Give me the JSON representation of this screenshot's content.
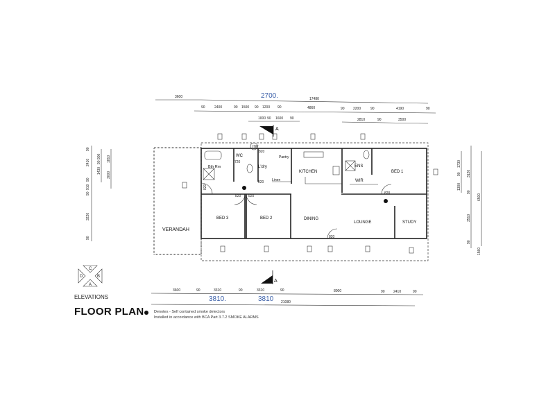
{
  "title": "FLOOR PLAN",
  "elevations": {
    "label": "ELEVATIONS",
    "c": "C",
    "b": "B",
    "a": "A",
    "d": "D"
  },
  "legend": {
    "line1": "Denotes - Self contained smoke detectors",
    "line2": "Installed in accordance with BCA Part 3.7.2 SMOKE ALARMS"
  },
  "section_marker": "A",
  "rooms": {
    "verandah": "VERANDAH",
    "bath": "Bth Rm",
    "wc": "WC",
    "laundry": "L'dry",
    "pantry": "Pantry",
    "linen": "Linen",
    "kitchen": "KITCHEN",
    "ens": "ENS",
    "wir": "WIR",
    "bed1": "BED 1",
    "bed2": "BED 2",
    "bed3": "BED 3",
    "dining": "DINING",
    "lounge": "LOUNGE",
    "study": "STUDY"
  },
  "doors": {
    "d820": "820",
    "d720": "720",
    "hw": "HW"
  },
  "dims_top": {
    "row1": [
      "3600",
      "17480"
    ],
    "row2": [
      "90",
      "2400",
      "90",
      "1500",
      "90",
      "1200",
      "90",
      "4860",
      "90",
      "2200",
      "90",
      "4190",
      "90"
    ],
    "row3": [
      "1000",
      "90",
      "1600",
      "90",
      "2810",
      "90",
      "3500"
    ],
    "handwritten": "2700."
  },
  "dims_bottom": {
    "row1": [
      "3600",
      "90",
      "3310",
      "90",
      "3310",
      "90",
      "8000",
      "90",
      "2410",
      "90"
    ],
    "total": "21080",
    "handwritten": [
      "3810.",
      "3810"
    ]
  },
  "dims_left": [
    "90",
    "2410",
    "90",
    "910",
    "90",
    "3220",
    "90",
    "1430",
    "90",
    "900",
    "1810",
    "3000"
  ],
  "dims_right": [
    "1730",
    "90",
    "1300",
    "3120",
    "90",
    "6500",
    "3510",
    "90",
    "1560"
  ]
}
